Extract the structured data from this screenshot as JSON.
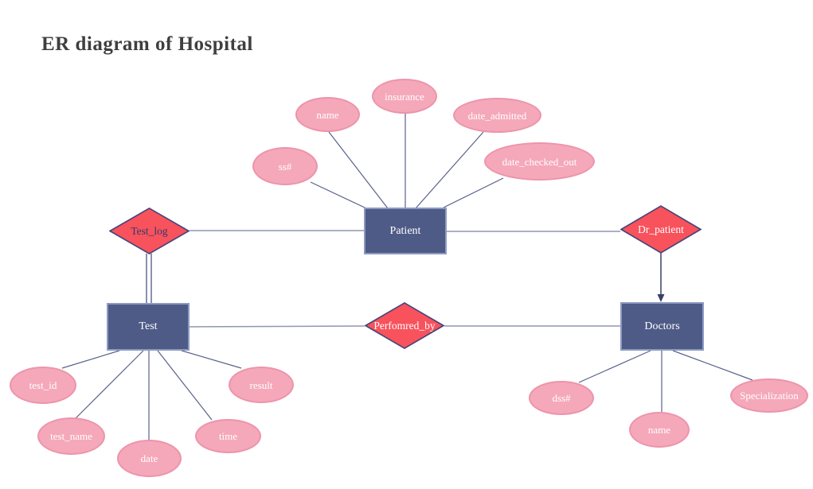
{
  "title": "ER diagram of Hospital",
  "colors": {
    "background": "#FFFFFF",
    "title_color": "#3F3F3F",
    "entity_fill": "#4E5B87",
    "entity_border": "#8D9AC2",
    "relationship_fill": "#F8525C",
    "relationship_border": "#45437A",
    "attribute_fill": "#F5A8BA",
    "attribute_border": "#EC94AB",
    "connector": "#59618C",
    "relation_line": "#9096B2",
    "arrow": "#3A4166",
    "label_light": "#FFFFFF",
    "label_dark": "#333A6B"
  },
  "entities": {
    "patient": "Patient",
    "test": "Test",
    "doctors": "Doctors"
  },
  "relationships": {
    "test_log": "Test_log",
    "dr_patient": "Dr_patient",
    "performed_by": "Perfomred_by"
  },
  "attributes": {
    "patient": [
      "ss#",
      "name",
      "insurance",
      "date_admitted",
      "date_checked_out"
    ],
    "test": [
      "test_id",
      "test_name",
      "date",
      "time",
      "result"
    ],
    "doctors": [
      "dss#",
      "name",
      "Specialization"
    ]
  }
}
